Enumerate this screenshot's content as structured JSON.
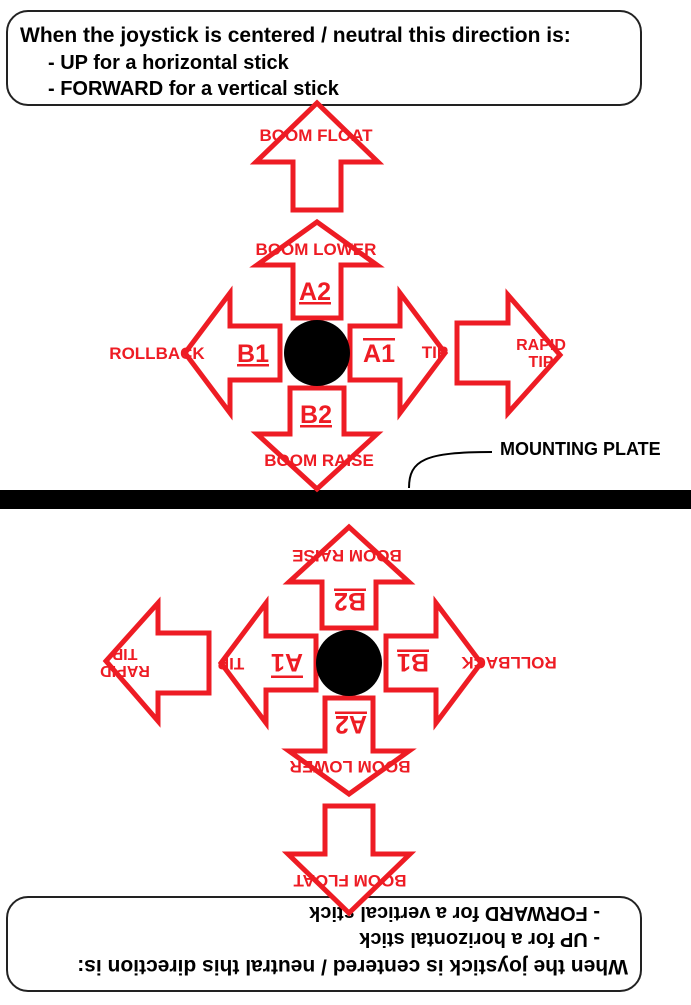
{
  "colors": {
    "arrow": "#ee1c24",
    "label": "#ee1c24",
    "knob": "#000000",
    "plate": "#000000",
    "box_border": "#222222"
  },
  "note": {
    "line1": "When the joystick is centered / neutral this direction is:",
    "line2": "- UP for a horizontal stick",
    "line3": "- FORWARD for a vertical stick"
  },
  "mounting_plate_label": "MOUNTING PLATE",
  "labels": {
    "boom_float": "BOOM FLOAT",
    "boom_lower": "BOOM LOWER",
    "boom_raise": "BOOM RAISE",
    "rollback": "ROLLBACK",
    "tip": "TIP",
    "rapid": "RAPID",
    "tip2": "TIP",
    "a2": "A2",
    "b2": "B2",
    "a1": "A1",
    "b1": "B1"
  }
}
